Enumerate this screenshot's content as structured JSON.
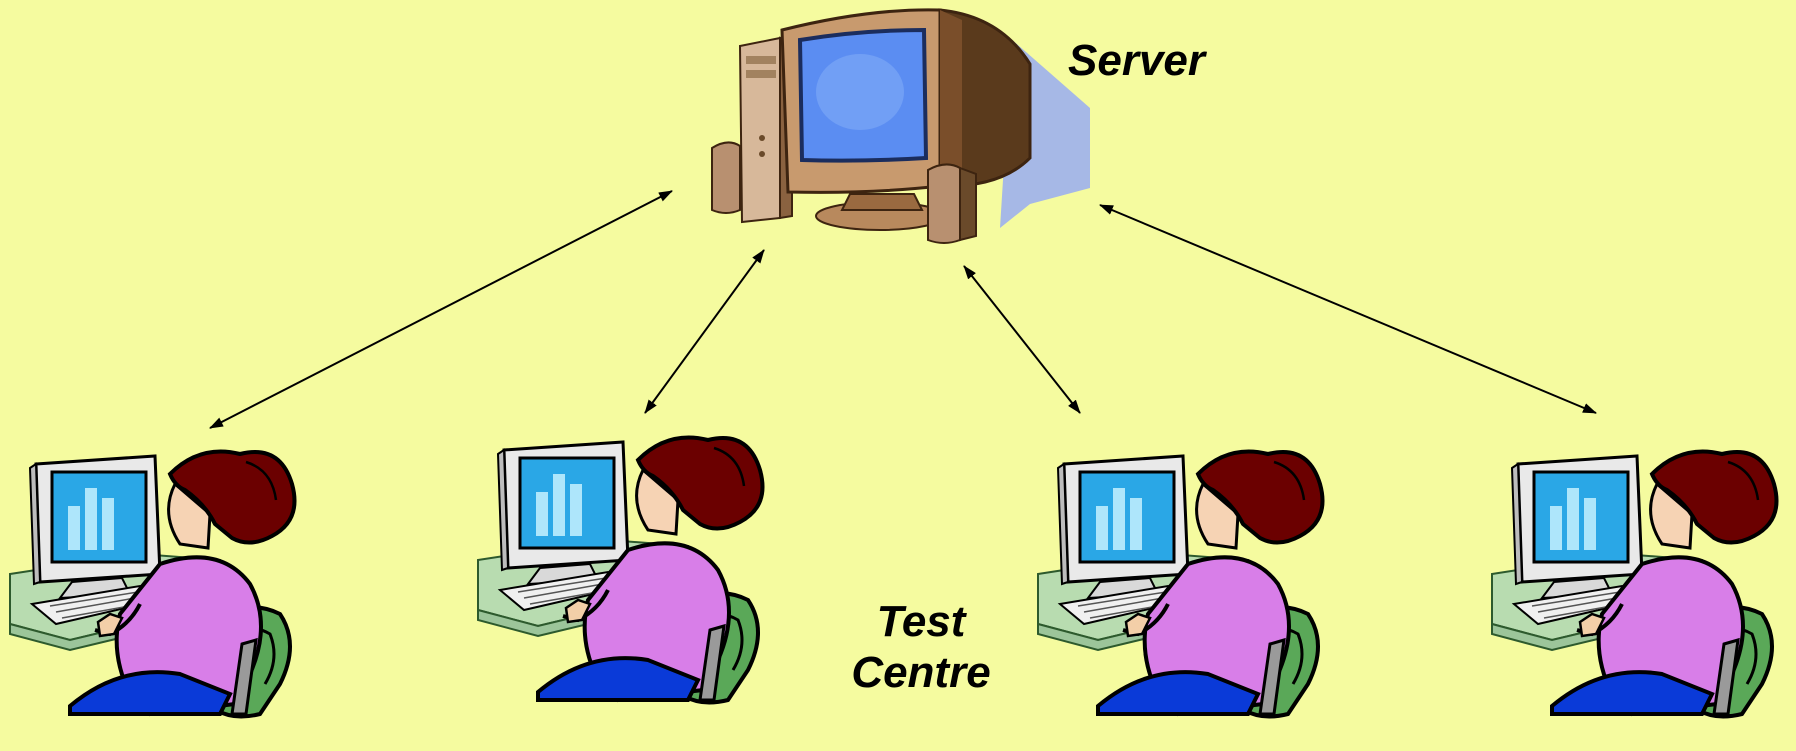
{
  "diagram": {
    "server": {
      "label": "Server",
      "icon": "server-computer-icon"
    },
    "test_centre": {
      "line1": "Test",
      "line2": "Centre"
    },
    "clients": [
      {
        "icon": "user-workstation-icon"
      },
      {
        "icon": "user-workstation-icon"
      },
      {
        "icon": "user-workstation-icon"
      },
      {
        "icon": "user-workstation-icon"
      }
    ],
    "connections": [
      "bidirectional",
      "bidirectional",
      "bidirectional",
      "bidirectional"
    ],
    "colors": {
      "background": "#f5fb9f",
      "screen_blue": "#2aa7e6",
      "server_screen": "#5b8df2",
      "hair": "#6b0000",
      "shirt": "#d87ee8",
      "chair": "#5aa858",
      "pants": "#0a3ad8",
      "desk": "#b8dcb0"
    }
  }
}
